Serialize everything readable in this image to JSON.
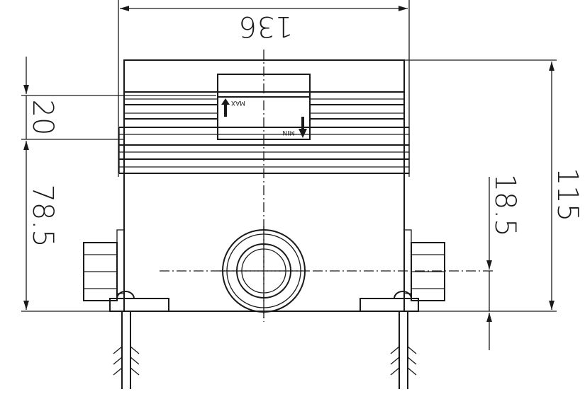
{
  "dimensions": {
    "width": "136",
    "top_height": "20",
    "lower_height": "78.5",
    "pipe_height": "18.5",
    "total_height": "115"
  },
  "labels": {
    "max": "MAX",
    "min": "MIN"
  }
}
